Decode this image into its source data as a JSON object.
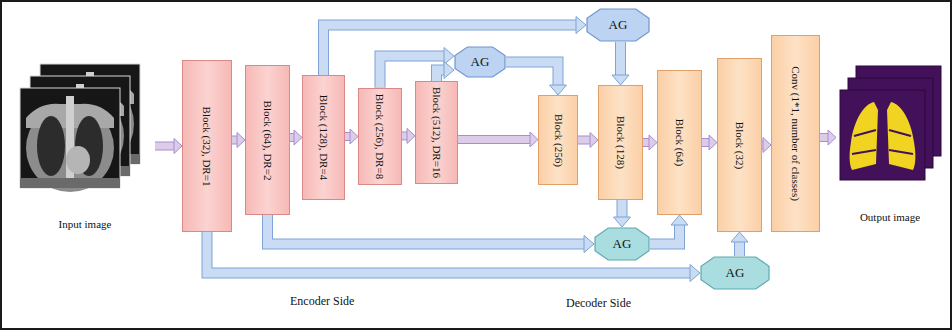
{
  "diagram": {
    "nodes": [
      {
        "text": [
          "Input image"
        ]
      },
      {
        "text": [
          "Block (32), DR=1"
        ]
      },
      {
        "text": [
          "Block (64), DR=2"
        ]
      },
      {
        "text": [
          "Block (128), DR=4"
        ]
      },
      {
        "text": [
          "Block (256), DR=8"
        ]
      },
      {
        "text": [
          "Block (512), DR=16"
        ]
      },
      {
        "text": [
          "Block (256)"
        ]
      },
      {
        "text": [
          "Block (128)"
        ]
      },
      {
        "text": [
          "Block (64)"
        ]
      },
      {
        "text": [
          "Block (32)"
        ]
      },
      {
        "text": [
          "Conv (1*1, number of classes)"
        ]
      },
      {
        "text": [
          "Output image"
        ]
      },
      {
        "text": [
          "AG"
        ]
      },
      {
        "text": [
          "AG"
        ]
      },
      {
        "text": [
          "AG"
        ]
      },
      {
        "text": [
          "AG"
        ]
      }
    ],
    "edges": [
      {
        "from": 0,
        "to": 1,
        "arrow": "to"
      },
      {
        "from": 1,
        "to": 2,
        "arrow": "to"
      },
      {
        "from": 2,
        "to": 3,
        "arrow": "to"
      },
      {
        "from": 3,
        "to": 4,
        "arrow": "to"
      },
      {
        "from": 4,
        "to": 5,
        "arrow": "to"
      },
      {
        "from": 5,
        "to": 6,
        "arrow": "to"
      },
      {
        "from": 6,
        "to": 7,
        "arrow": "to"
      },
      {
        "from": 7,
        "to": 8,
        "arrow": "to"
      },
      {
        "from": 8,
        "to": 9,
        "arrow": "to"
      },
      {
        "from": 9,
        "to": 10,
        "arrow": "to"
      },
      {
        "from": 10,
        "to": 11,
        "arrow": "to"
      },
      {
        "from": 3,
        "to": 12,
        "arrow": "to"
      },
      {
        "from": 12,
        "to": 7,
        "arrow": "to"
      },
      {
        "from": 4,
        "to": 13,
        "arrow": "to"
      },
      {
        "from": 5,
        "to": 13,
        "arrow": "to"
      },
      {
        "from": 13,
        "to": 6,
        "arrow": "to"
      },
      {
        "from": 2,
        "to": 14,
        "arrow": "to"
      },
      {
        "from": 7,
        "to": 14,
        "arrow": "to"
      },
      {
        "from": 14,
        "to": 8,
        "arrow": "to"
      },
      {
        "from": 1,
        "to": 15,
        "arrow": "to"
      },
      {
        "from": 15,
        "to": 9,
        "arrow": "to"
      }
    ],
    "labels": [
      "Encoder Side",
      "Decoder Side"
    ]
  }
}
